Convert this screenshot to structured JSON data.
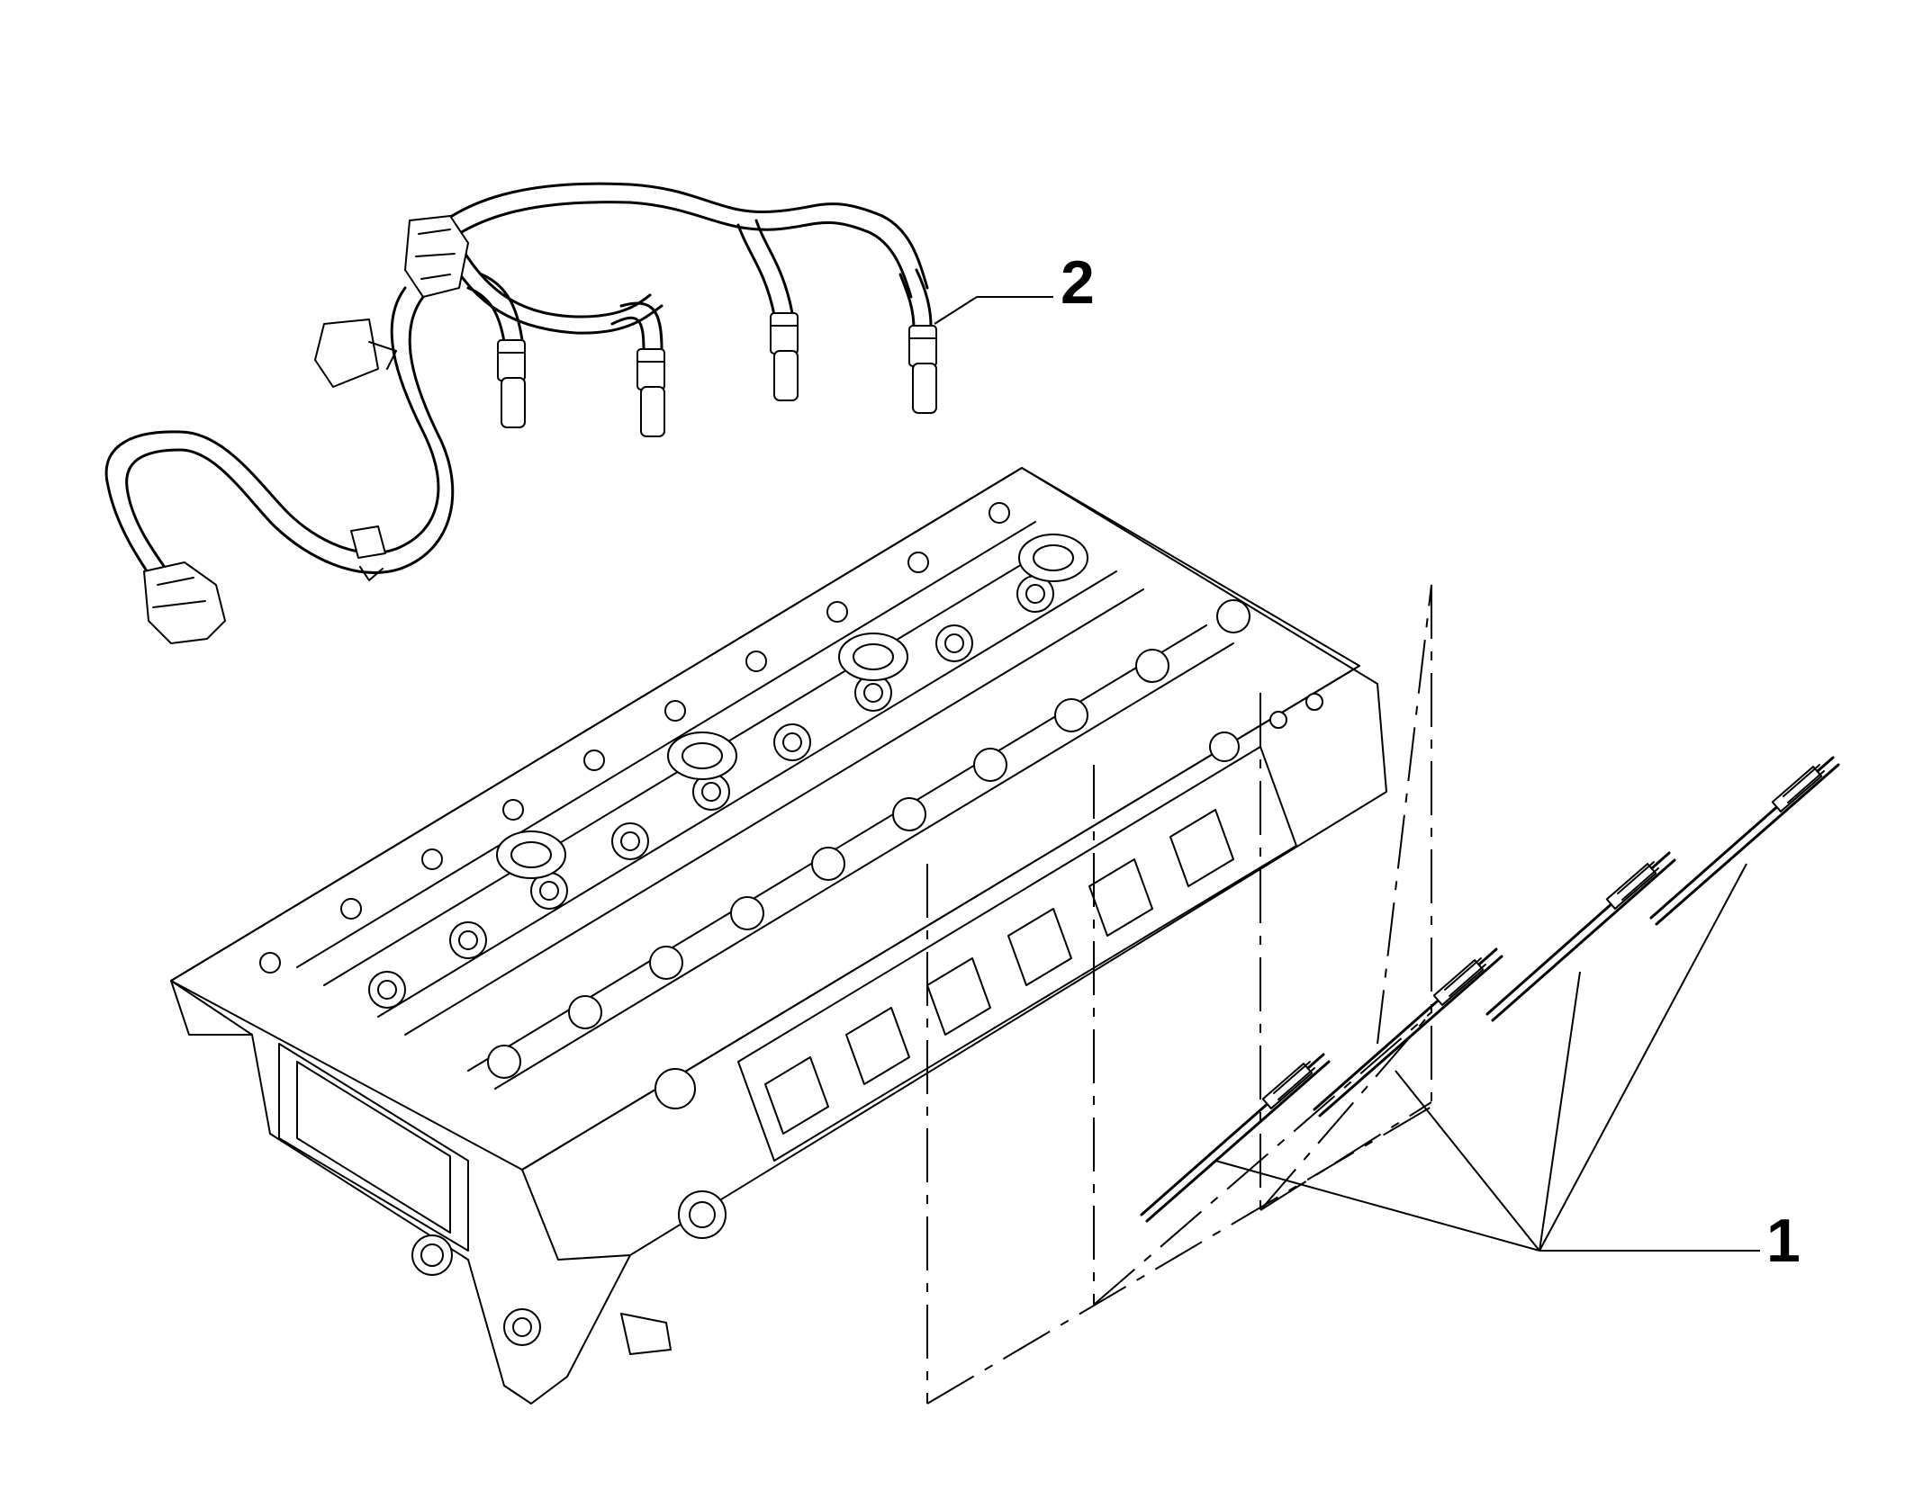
{
  "callouts": [
    {
      "id": "glow-plug",
      "label": "1"
    },
    {
      "id": "glow-plug-harness",
      "label": "2"
    }
  ],
  "colors": {
    "line": "#000000",
    "background": "#ffffff"
  }
}
